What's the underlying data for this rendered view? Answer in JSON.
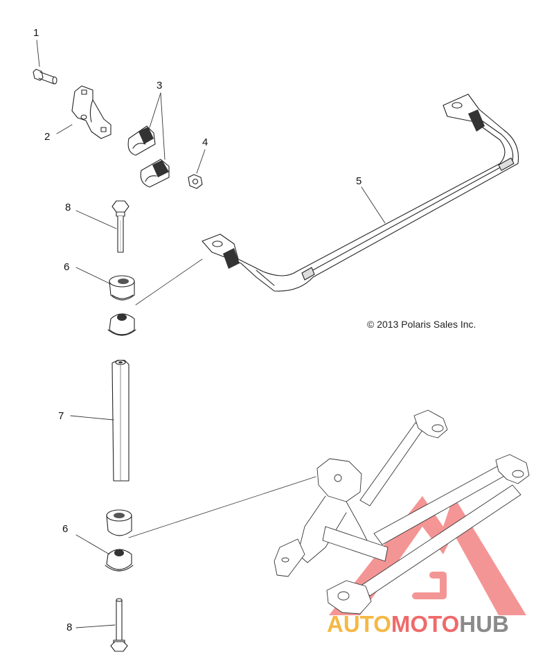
{
  "callouts": [
    {
      "id": "1",
      "label": "1"
    },
    {
      "id": "2",
      "label": "2"
    },
    {
      "id": "3",
      "label": "3"
    },
    {
      "id": "4",
      "label": "4"
    },
    {
      "id": "5",
      "label": "5"
    },
    {
      "id": "6a",
      "label": "6"
    },
    {
      "id": "6b",
      "label": "6"
    },
    {
      "id": "7",
      "label": "7"
    },
    {
      "id": "8a",
      "label": "8"
    },
    {
      "id": "8b",
      "label": "8"
    }
  ],
  "copyright": "© 2013 Polaris Sales Inc.",
  "watermark": {
    "part1": "AUTO",
    "part2": "MOTO",
    "part3": "HUB",
    "colors": {
      "auto": "#f5b845",
      "moto": "#ef6a6a",
      "hub": "#8a8a8a",
      "triangle": "#f07070"
    }
  }
}
